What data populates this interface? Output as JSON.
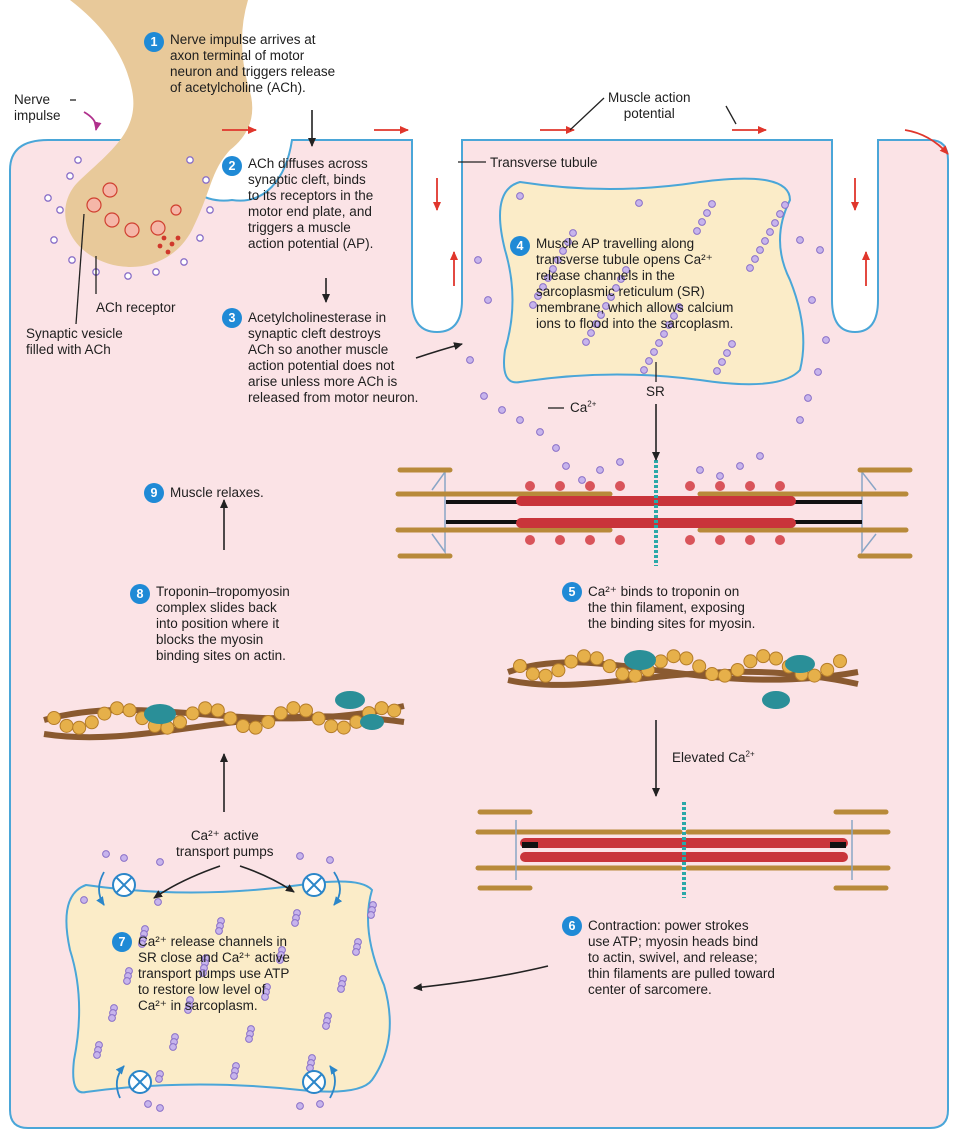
{
  "labels": {
    "nerve_impulse": [
      "Nerve",
      "impulse"
    ],
    "ach_receptor": "ACh receptor",
    "synaptic_vesicle": [
      "Synaptic vesicle",
      "filled with ACh"
    ],
    "muscle_ap": [
      "Muscle action",
      "potential"
    ],
    "transverse_tubule": "Transverse tubule",
    "sr": "SR",
    "ca_free": "Ca",
    "ca_sup": "2+",
    "elevated_ca": "Elevated Ca",
    "pumps": [
      "Ca²⁺ active",
      "transport pumps"
    ]
  },
  "steps": [
    {
      "num": "1",
      "lines": [
        "Nerve impulse arrives at",
        "axon terminal of motor",
        "neuron and triggers release",
        "of acetylcholine (ACh)."
      ]
    },
    {
      "num": "2",
      "lines": [
        "ACh diffuses across",
        "synaptic cleft, binds",
        "to its receptors in the",
        "motor end plate, and",
        "triggers a muscle",
        "action potential (AP)."
      ]
    },
    {
      "num": "3",
      "lines": [
        "Acetylcholinesterase in",
        "synaptic cleft destroys",
        "ACh so another muscle",
        "action potential does not",
        "arise unless more ACh is",
        "released from motor neuron."
      ]
    },
    {
      "num": "4",
      "lines": [
        "Muscle AP travelling along",
        "transverse tubule opens Ca²⁺",
        "release channels in the",
        "sarcoplasmic reticulum (SR)",
        "membrane, which allows calcium",
        "ions to flood into the sarcoplasm."
      ]
    },
    {
      "num": "5",
      "lines": [
        "Ca²⁺ binds to troponin on",
        "the thin filament, exposing",
        "the binding sites for myosin."
      ]
    },
    {
      "num": "6",
      "lines": [
        "Contraction: power strokes",
        "use ATP; myosin heads bind",
        "to actin, swivel, and release;",
        "thin filaments are pulled toward",
        "center of sarcomere."
      ]
    },
    {
      "num": "7",
      "lines": [
        "Ca²⁺ release channels in",
        "SR close and Ca²⁺ active",
        "transport pumps use ATP",
        "to restore low level of",
        "Ca²⁺ in sarcoplasm."
      ]
    },
    {
      "num": "8",
      "lines": [
        "Troponin–tropomyosin",
        "complex slides back",
        "into position where it",
        "blocks the myosin",
        "binding sites on actin."
      ]
    },
    {
      "num": "9",
      "lines": [
        "Muscle relaxes."
      ]
    }
  ],
  "colors": {
    "cell": "#fbe3e6",
    "membrane": "#4aa6d8",
    "neuron": "#e8c99a",
    "sr_fill": "#fbecc8",
    "calcium": "#a78bd6",
    "arrow_red": "#e0362c",
    "step_badge": "#1f8ad6",
    "thick": "#c9343a",
    "thin": "#b88a3a",
    "troponin": "#2a8f98"
  }
}
